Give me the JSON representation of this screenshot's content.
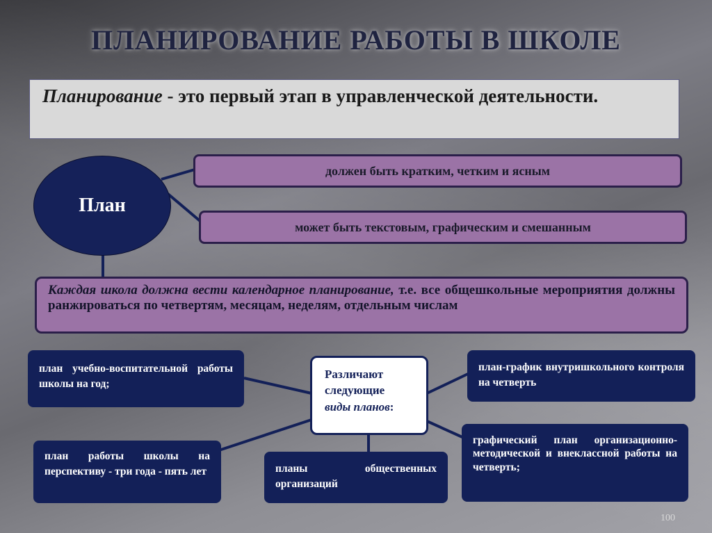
{
  "slide": {
    "title": "ПЛАНИРОВАНИЕ РАБОТЫ В ШКОЛЕ",
    "page_number": "100"
  },
  "definition": {
    "term": "Планирование",
    "text": " - это первый этап в управленческой деятельности."
  },
  "plan": {
    "label": "План",
    "prop1": "должен  быть кратким, четким и ясным",
    "prop2": "может быть текстовым, графическим и смешанным"
  },
  "calendar_note": {
    "italic": "Каждая школа должна вести календарное планирование,",
    "rest": " т.е. все общешкольные мероприятия должны ранжироваться по четвертям, месяцам, неделям, отдельным числам"
  },
  "plan_types": {
    "center_line1": "Различают",
    "center_line2": "следующие",
    "center_italic": "виды планов",
    "center_colon": ":",
    "items": [
      "план учебно-воспитательной работы школы на год;",
      "план-график внутришкольного контроля на четверть",
      "план работы школы на перспективу - три года - пять лет",
      "планы общественных организаций",
      "графический план организационно- методической и внеклассной работы на четверть;"
    ]
  },
  "colors": {
    "navy": "#132058",
    "purple": "#9b73a6",
    "title": "#1f2340"
  }
}
